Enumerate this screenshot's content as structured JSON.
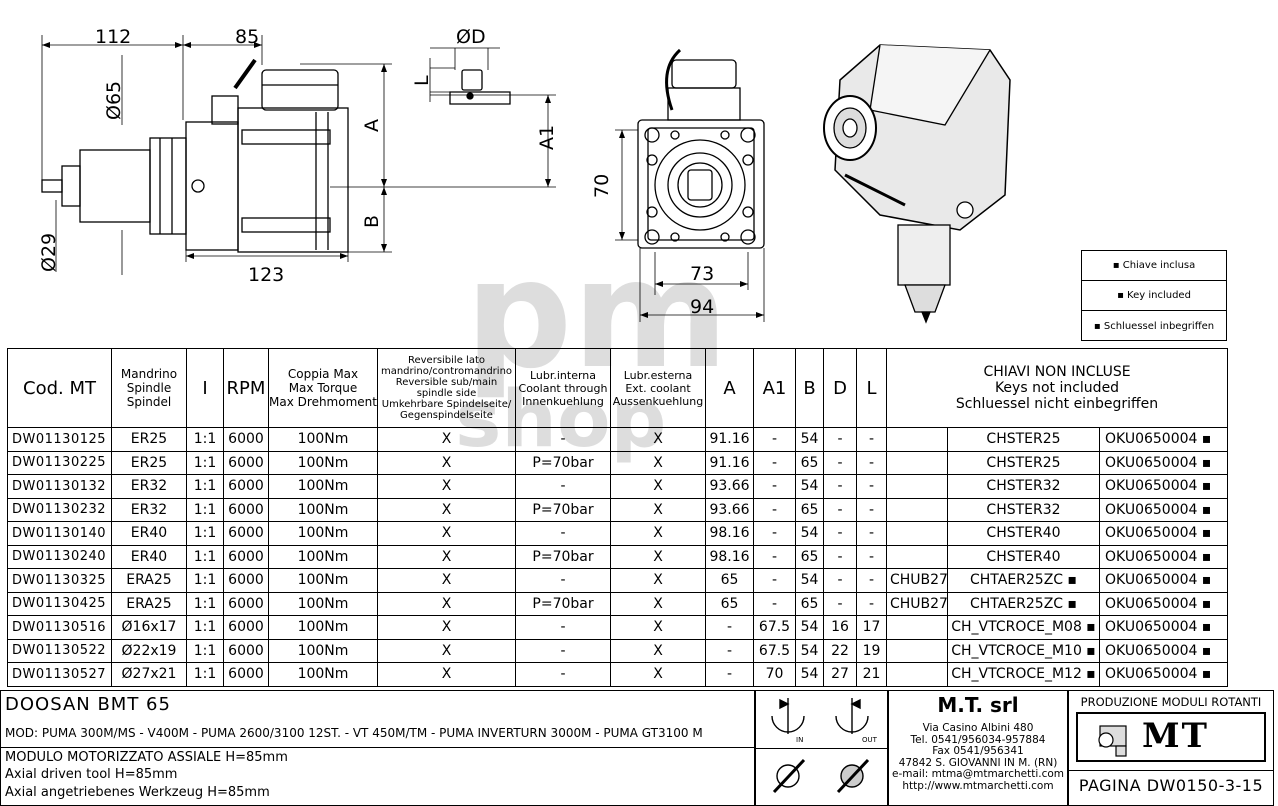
{
  "drawing": {
    "dims": {
      "d112": "112",
      "d85": "85",
      "d65": "Ø65",
      "d29": "Ø29",
      "d123": "123",
      "dA": "A",
      "dB": "B",
      "dD": "ØD",
      "dL": "L",
      "dA1": "A1",
      "d70": "70",
      "d73": "73",
      "d94": "94"
    }
  },
  "legend": {
    "items": [
      "▪ Chiave inclusa",
      "▪ Key included",
      "▪ Schluessel inbegriffen"
    ]
  },
  "table": {
    "headers": {
      "cod": "Cod. MT",
      "mandrino": [
        "Mandrino",
        "Spindle",
        "Spindel"
      ],
      "i": "I",
      "rpm": "RPM",
      "coppia": [
        "Coppia Max",
        "Max Torque",
        "Max Drehmoment"
      ],
      "reversibile": [
        "Reversibile lato",
        "mandrino/contromandrino",
        "Reversible sub/main",
        "spindle side",
        "Umkehrbare Spindelseite/",
        "Gegenspindelseite"
      ],
      "lubr_int": [
        "Lubr.interna",
        "Coolant through",
        "Innenkuehlung"
      ],
      "lubr_ext": [
        "Lubr.esterna",
        "Ext. coolant",
        "Aussenkuehlung"
      ],
      "a": "A",
      "a1": "A1",
      "b": "B",
      "d": "D",
      "l": "L",
      "keys": [
        "CHIAVI NON INCLUSE",
        "Keys not included",
        "Schluessel nicht einbegriffen"
      ]
    },
    "rows": [
      {
        "cod": "DW01130125",
        "spindle": "ER25",
        "i": "1:1",
        "rpm": "6000",
        "torque": "100Nm",
        "rev": "X",
        "lint": "-",
        "lext": "X",
        "a": "91.16",
        "a1": "-",
        "b": "54",
        "d": "-",
        "l": "-",
        "key1": "",
        "key2": "CHSTER25",
        "key3": "OKU0650004 ▪"
      },
      {
        "cod": "DW01130225",
        "spindle": "ER25",
        "i": "1:1",
        "rpm": "6000",
        "torque": "100Nm",
        "rev": "X",
        "lint": "P=70bar",
        "lext": "X",
        "a": "91.16",
        "a1": "-",
        "b": "65",
        "d": "-",
        "l": "-",
        "key1": "",
        "key2": "CHSTER25",
        "key3": "OKU0650004 ▪"
      },
      {
        "cod": "DW01130132",
        "spindle": "ER32",
        "i": "1:1",
        "rpm": "6000",
        "torque": "100Nm",
        "rev": "X",
        "lint": "-",
        "lext": "X",
        "a": "93.66",
        "a1": "-",
        "b": "54",
        "d": "-",
        "l": "-",
        "key1": "",
        "key2": "CHSTER32",
        "key3": "OKU0650004 ▪"
      },
      {
        "cod": "DW01130232",
        "spindle": "ER32",
        "i": "1:1",
        "rpm": "6000",
        "torque": "100Nm",
        "rev": "X",
        "lint": "P=70bar",
        "lext": "X",
        "a": "93.66",
        "a1": "-",
        "b": "65",
        "d": "-",
        "l": "-",
        "key1": "",
        "key2": "CHSTER32",
        "key3": "OKU0650004 ▪"
      },
      {
        "cod": "DW01130140",
        "spindle": "ER40",
        "i": "1:1",
        "rpm": "6000",
        "torque": "100Nm",
        "rev": "X",
        "lint": "-",
        "lext": "X",
        "a": "98.16",
        "a1": "-",
        "b": "54",
        "d": "-",
        "l": "-",
        "key1": "",
        "key2": "CHSTER40",
        "key3": "OKU0650004 ▪"
      },
      {
        "cod": "DW01130240",
        "spindle": "ER40",
        "i": "1:1",
        "rpm": "6000",
        "torque": "100Nm",
        "rev": "X",
        "lint": "P=70bar",
        "lext": "X",
        "a": "98.16",
        "a1": "-",
        "b": "65",
        "d": "-",
        "l": "-",
        "key1": "",
        "key2": "CHSTER40",
        "key3": "OKU0650004 ▪"
      },
      {
        "cod": "DW01130325",
        "spindle": "ERA25",
        "i": "1:1",
        "rpm": "6000",
        "torque": "100Nm",
        "rev": "X",
        "lint": "-",
        "lext": "X",
        "a": "65",
        "a1": "-",
        "b": "54",
        "d": "-",
        "l": "-",
        "key1": "CHUB27",
        "key2": "CHTAER25ZC ▪",
        "key3": "OKU0650004 ▪"
      },
      {
        "cod": "DW01130425",
        "spindle": "ERA25",
        "i": "1:1",
        "rpm": "6000",
        "torque": "100Nm",
        "rev": "X",
        "lint": "P=70bar",
        "lext": "X",
        "a": "65",
        "a1": "-",
        "b": "65",
        "d": "-",
        "l": "-",
        "key1": "CHUB27",
        "key2": "CHTAER25ZC ▪",
        "key3": "OKU0650004 ▪"
      },
      {
        "cod": "DW01130516",
        "spindle": "Ø16x17",
        "i": "1:1",
        "rpm": "6000",
        "torque": "100Nm",
        "rev": "X",
        "lint": "-",
        "lext": "X",
        "a": "-",
        "a1": "67.5",
        "b": "54",
        "d": "16",
        "l": "17",
        "key1": "",
        "key2": "CH_VTCROCE_M08 ▪",
        "key3": "OKU0650004 ▪"
      },
      {
        "cod": "DW01130522",
        "spindle": "Ø22x19",
        "i": "1:1",
        "rpm": "6000",
        "torque": "100Nm",
        "rev": "X",
        "lint": "-",
        "lext": "X",
        "a": "-",
        "a1": "67.5",
        "b": "54",
        "d": "22",
        "l": "19",
        "key1": "",
        "key2": "CH_VTCROCE_M10 ▪",
        "key3": "OKU0650004 ▪"
      },
      {
        "cod": "DW01130527",
        "spindle": "Ø27x21",
        "i": "1:1",
        "rpm": "6000",
        "torque": "100Nm",
        "rev": "X",
        "lint": "-",
        "lext": "X",
        "a": "-",
        "a1": "70",
        "b": "54",
        "d": "27",
        "l": "21",
        "key1": "",
        "key2": "CH_VTCROCE_M12 ▪",
        "key3": "OKU0650004 ▪"
      }
    ]
  },
  "footer": {
    "machine": "DOOSAN   BMT 65",
    "models": "MOD: PUMA 300M/MS - V400M - PUMA 2600/3100 12ST. - VT 450M/TM - PUMA INVERTURN 3000M - PUMA GT3100 M",
    "desc_it": "MODULO MOTORIZZATO ASSIALE H=85mm",
    "desc_en": "Axial driven tool H=85mm",
    "desc_de": "Axial angetriebenes Werkzeug H=85mm",
    "rot_in": "IN",
    "rot_out": "OUT",
    "company": "M.T. srl",
    "address": [
      "Via Casino Albini 480",
      "Tel. 0541/956034-957884",
      "Fax 0541/956341",
      "47842 S. GIOVANNI IN M. (RN)",
      "e-mail: mtma@mtmarchetti.com",
      "http://www.mtmarchetti.com"
    ],
    "production": "PRODUZIONE MODULI ROTANTI",
    "logo_text": "MT",
    "page": "PAGINA DW0150-3-15"
  },
  "watermark": {
    "line1": "pm",
    "line2": "shop"
  }
}
